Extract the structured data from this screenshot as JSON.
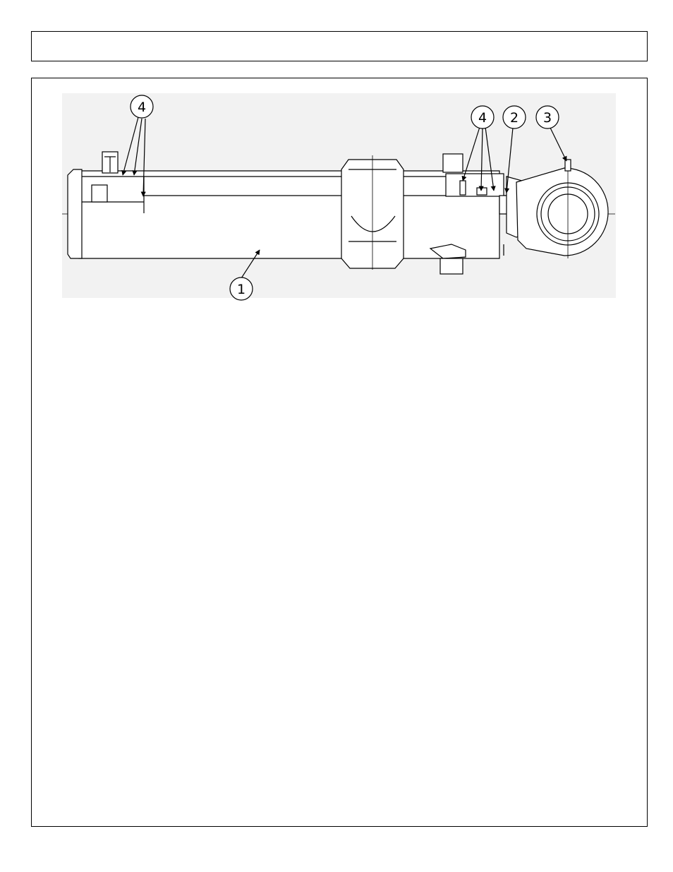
{
  "header": {
    "title": ""
  },
  "diagram": {
    "callouts": [
      {
        "id": "callout-4-left",
        "label": "4"
      },
      {
        "id": "callout-4-right",
        "label": "4"
      },
      {
        "id": "callout-2",
        "label": "2"
      },
      {
        "id": "callout-3",
        "label": "3"
      },
      {
        "id": "callout-1",
        "label": "1"
      }
    ]
  }
}
